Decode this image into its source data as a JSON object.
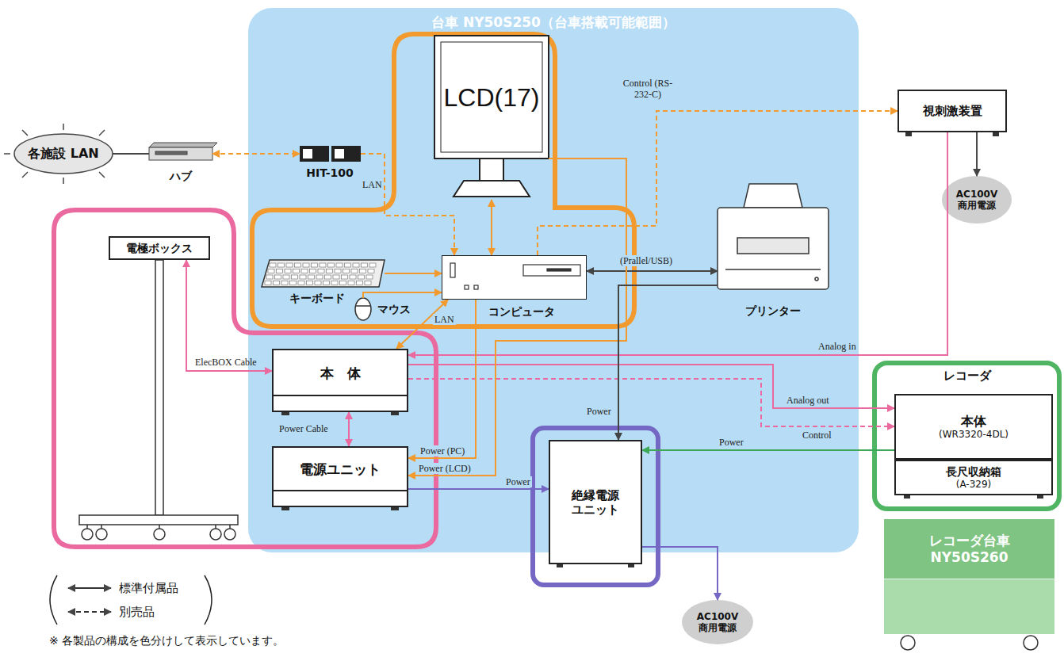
{
  "diagram": {
    "nodes": [
      {
        "text": [
          "台車 NY50S250（台車搭載可能範囲）"
        ]
      },
      {
        "text": [
          "各施設 LAN"
        ]
      },
      {
        "text": [
          "ハブ"
        ]
      },
      {
        "text": [
          "HIT-100"
        ],
        "in": 0
      },
      {
        "text": [
          "LCD(17)"
        ],
        "in": 0
      },
      {
        "text": [
          "キーボード"
        ],
        "in": 0
      },
      {
        "text": [
          "マウス"
        ],
        "in": 0
      },
      {
        "text": [
          "コンピュータ"
        ],
        "in": 0
      },
      {
        "text": [
          "プリンター"
        ],
        "in": 0
      },
      {
        "text": [
          "視刺激装置"
        ]
      },
      {
        "text": [
          "AC100V 商用電源"
        ]
      },
      {
        "text": [
          "電極ボックス"
        ]
      },
      {
        "text": [
          "本　体"
        ],
        "in": 0
      },
      {
        "text": [
          "電源ユニット"
        ],
        "in": 0
      },
      {
        "text": [
          "絶縁電源ユニット"
        ],
        "in": 0
      },
      {
        "text": [
          "レコーダ"
        ]
      },
      {
        "text": [
          "本体",
          "(WR3320-4DL)"
        ],
        "in": 15
      },
      {
        "text": [
          "長尺収納箱",
          "(A-329)"
        ],
        "in": 15
      },
      {
        "text": [
          "AC100V 商用電源"
        ]
      },
      {
        "text": [
          "レコーダ台車 NY50S260"
        ]
      }
    ],
    "edges": [
      {
        "from": 1,
        "to": 2,
        "arrow": "none"
      },
      {
        "from": 2,
        "to": 3,
        "arrow": "both"
      },
      {
        "from": 3,
        "to": 7,
        "arrow": "to",
        "label": "LAN"
      },
      {
        "from": 4,
        "to": 7,
        "arrow": "both"
      },
      {
        "from": 5,
        "to": 7,
        "arrow": "to"
      },
      {
        "from": 6,
        "to": 7,
        "arrow": "to"
      },
      {
        "from": 7,
        "to": 9,
        "arrow": "to",
        "label": "Control (RS-232-C)"
      },
      {
        "from": 7,
        "to": 8,
        "arrow": "both",
        "label": "(Prallel/USB)"
      },
      {
        "from": 7,
        "to": 12,
        "arrow": "both",
        "label": "LAN"
      },
      {
        "from": 11,
        "to": 12,
        "arrow": "both",
        "label": "ElecBOX Cable"
      },
      {
        "from": 9,
        "to": 10,
        "arrow": "to"
      },
      {
        "from": 9,
        "to": 12,
        "arrow": "to",
        "label": "Analog in"
      },
      {
        "from": 12,
        "to": 16,
        "arrow": "to",
        "label": "Analog out"
      },
      {
        "from": 12,
        "to": 16,
        "arrow": "to",
        "label": "Control"
      },
      {
        "from": 12,
        "to": 13,
        "arrow": "both",
        "label": "Power Cable"
      },
      {
        "from": 7,
        "to": 13,
        "arrow": "to",
        "label": "Power (PC)"
      },
      {
        "from": 4,
        "to": 13,
        "arrow": "to",
        "label": "Power (LCD)"
      },
      {
        "from": 8,
        "to": 14,
        "arrow": "to",
        "label": "Power"
      },
      {
        "from": 13,
        "to": 14,
        "arrow": "to",
        "label": "Power"
      },
      {
        "from": 16,
        "to": 14,
        "arrow": "to",
        "label": "Power"
      },
      {
        "from": 14,
        "to": 18,
        "arrow": "to"
      }
    ],
    "labels": [
      "※ 各製品の構成を色分けして表示しています。"
    ],
    "legend": [
      {
        "text": "標準付属品"
      },
      {
        "text": "別売品"
      }
    ]
  }
}
